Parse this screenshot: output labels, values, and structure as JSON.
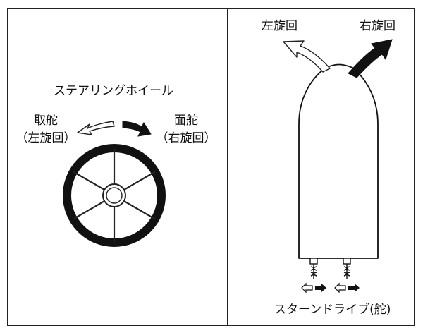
{
  "left_panel": {
    "steering_label": "ステアリングホイール",
    "left_turn": {
      "action": "取舵",
      "meaning": "（左旋回）"
    },
    "right_turn": {
      "action": "面舵",
      "meaning": "（右旋回）"
    }
  },
  "right_panel": {
    "left_turn_label": "左旋回",
    "right_turn_label": "右旋回",
    "drive_label": "スターンドライブ(舵)"
  }
}
